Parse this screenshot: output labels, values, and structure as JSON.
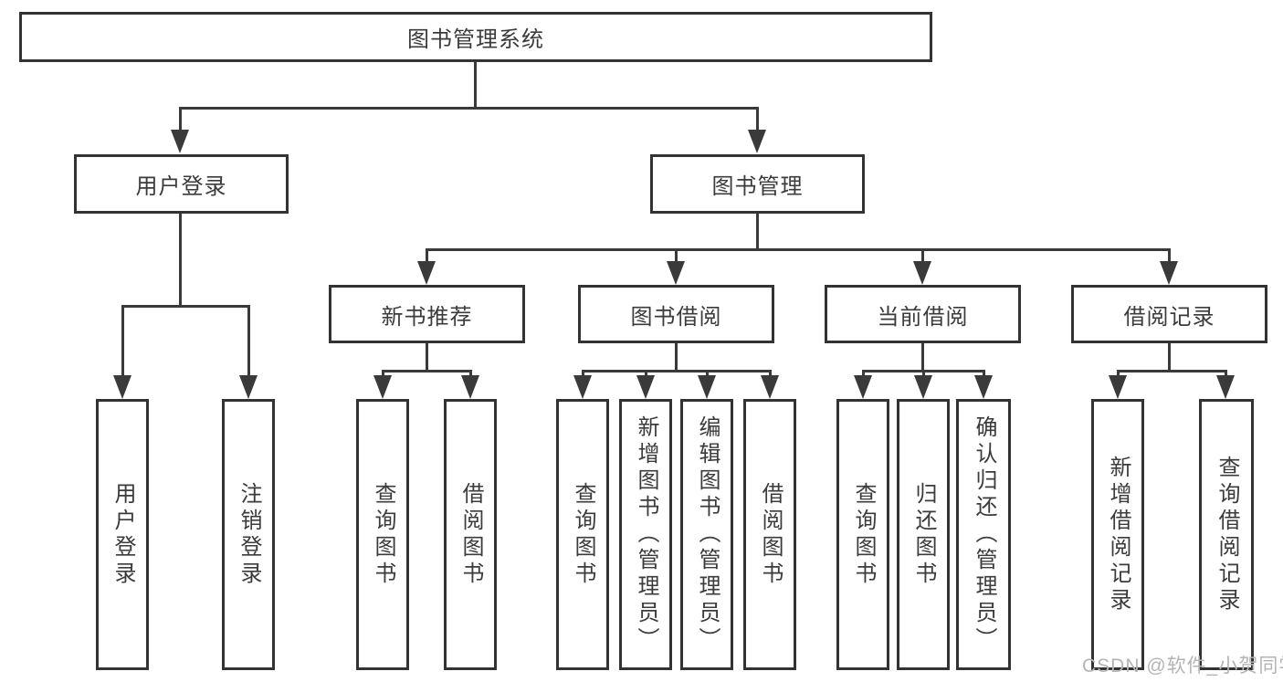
{
  "diagram": {
    "title": {
      "label": "图书管理系统"
    },
    "branches": [
      {
        "label": "用户登录",
        "children": [
          {
            "label": "用户登录"
          },
          {
            "label": "注销登录"
          }
        ]
      },
      {
        "label": "图书管理",
        "children": [
          {
            "label": "新书推荐",
            "children": [
              {
                "label": "查询图书"
              },
              {
                "label": "借阅图书"
              }
            ]
          },
          {
            "label": "图书借阅",
            "children": [
              {
                "label": "查询图书"
              },
              {
                "label": "新增图书（管理员）"
              },
              {
                "label": "编辑图书（管理员）"
              },
              {
                "label": "借阅图书"
              }
            ]
          },
          {
            "label": "当前借阅",
            "children": [
              {
                "label": "查询图书"
              },
              {
                "label": "归还图书"
              },
              {
                "label": "确认归还（管理员）"
              }
            ]
          },
          {
            "label": "借阅记录",
            "children": [
              {
                "label": "新增借阅记录"
              },
              {
                "label": "查询借阅记录"
              }
            ]
          }
        ]
      }
    ]
  },
  "watermark": {
    "text": "CSDN @软件_小贺同学"
  },
  "colors": {
    "line": "#3a3a3a",
    "box_border": "#333333",
    "text": "#3b3b3b",
    "watermark": "#b4b4b4",
    "background": "#ffffff"
  }
}
